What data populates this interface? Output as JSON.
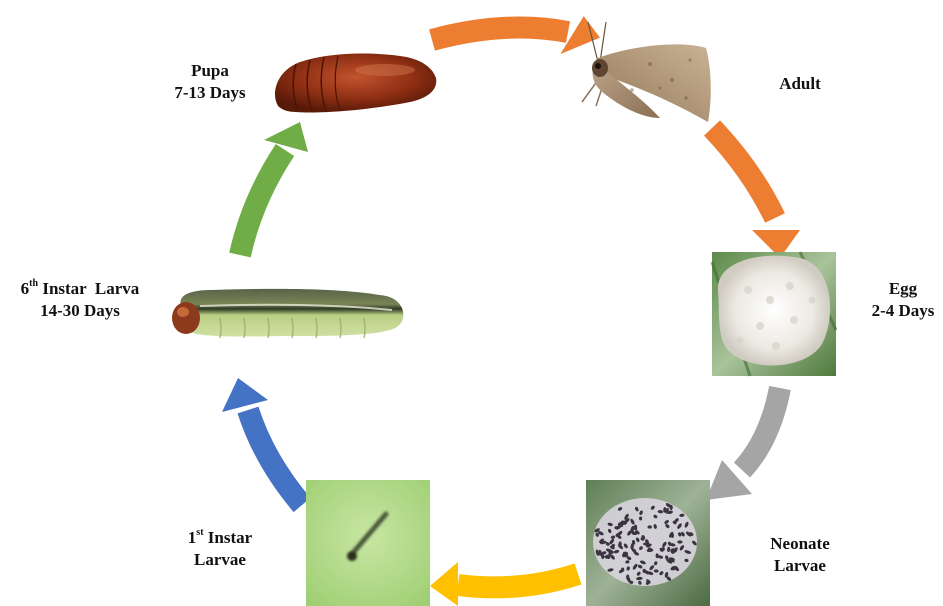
{
  "stages": {
    "pupa": {
      "line1": "Pupa",
      "line2": "7-13 Days"
    },
    "adult": {
      "line1": "Adult"
    },
    "egg": {
      "line1": "Egg",
      "line2": "2-4 Days"
    },
    "neonate": {
      "line1": "Neonate",
      "line2": "Larvae"
    },
    "first_instar": {
      "num": "1",
      "sup": "st",
      "rest": " Instar",
      "line2": "Larvae"
    },
    "sixth_instar": {
      "num": "6",
      "sup": "th",
      "rest": " Instar  Larva",
      "line2": "14-30 Days"
    }
  },
  "arrow_colors": {
    "pupa_to_adult": "#ED7D31",
    "adult_to_egg": "#ED7D31",
    "egg_to_neonate": "#A5A5A5",
    "neonate_to_first": "#FFC000",
    "first_to_sixth": "#4472C4",
    "sixth_to_pupa": "#70AD47"
  }
}
